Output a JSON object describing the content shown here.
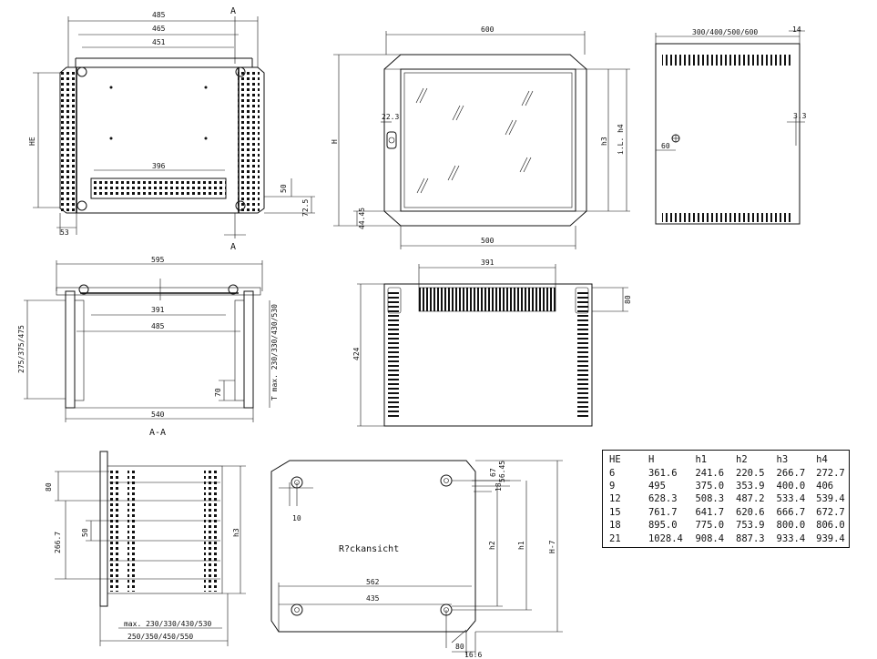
{
  "front_view": {
    "dims": {
      "w485": "485",
      "w465": "465",
      "w451": "451",
      "w396": "396",
      "d50": "50",
      "d725": "72.5",
      "d53": "53",
      "he": "HE"
    },
    "section_mark_top": "A",
    "section_mark_bottom": "A"
  },
  "door_view": {
    "dims": {
      "w600": "600",
      "h": "H",
      "d223": "22.3",
      "h3": "h3",
      "ilh4": "i.L. h4",
      "d4445": "44.45",
      "w500": "500"
    }
  },
  "side_view": {
    "dims": {
      "depth": "300/400/500/600",
      "d14": "14",
      "d33": "3.3",
      "d60": "60"
    }
  },
  "section_view": {
    "dims": {
      "w595": "595",
      "w391": "391",
      "w485": "485",
      "heights": "275/375/475",
      "tmax": "T max. 230/330/430/530",
      "d70": "70",
      "w540": "540"
    },
    "caption": "A-A"
  },
  "back_panel_view": {
    "dims": {
      "w391": "391",
      "d80": "80",
      "h424": "424"
    }
  },
  "top_view": {
    "dims": {
      "d80": "80",
      "d2667": "266.7",
      "d50": "50",
      "h3": "h3",
      "max": "max. 230/330/430/530",
      "outer": "250/350/450/550"
    }
  },
  "rear_view": {
    "label": "R?ckansicht",
    "dims": {
      "d10": "10",
      "d67": "67",
      "d5645": "56.45",
      "d18": "18",
      "w562": "562",
      "w435": "435",
      "h2": "h2",
      "h1": "h1",
      "h7": "H-7",
      "d80": "80",
      "d166": "16.6"
    }
  },
  "dimension_table": {
    "headers": [
      "HE",
      "H",
      "h1",
      "h2",
      "h3",
      "h4"
    ],
    "rows": [
      [
        "6",
        "361.6",
        "241.6",
        "220.5",
        "266.7",
        "272.7"
      ],
      [
        "9",
        "495",
        "375.0",
        "353.9",
        "400.0",
        "406"
      ],
      [
        "12",
        "628.3",
        "508.3",
        "487.2",
        "533.4",
        "539.4"
      ],
      [
        "15",
        "761.7",
        "641.7",
        "620.6",
        "666.7",
        "672.7"
      ],
      [
        "18",
        "895.0",
        "775.0",
        "753.9",
        "800.0",
        "806.0"
      ],
      [
        "21",
        "1028.4",
        "908.4",
        "887.3",
        "933.4",
        "939.4"
      ]
    ]
  }
}
